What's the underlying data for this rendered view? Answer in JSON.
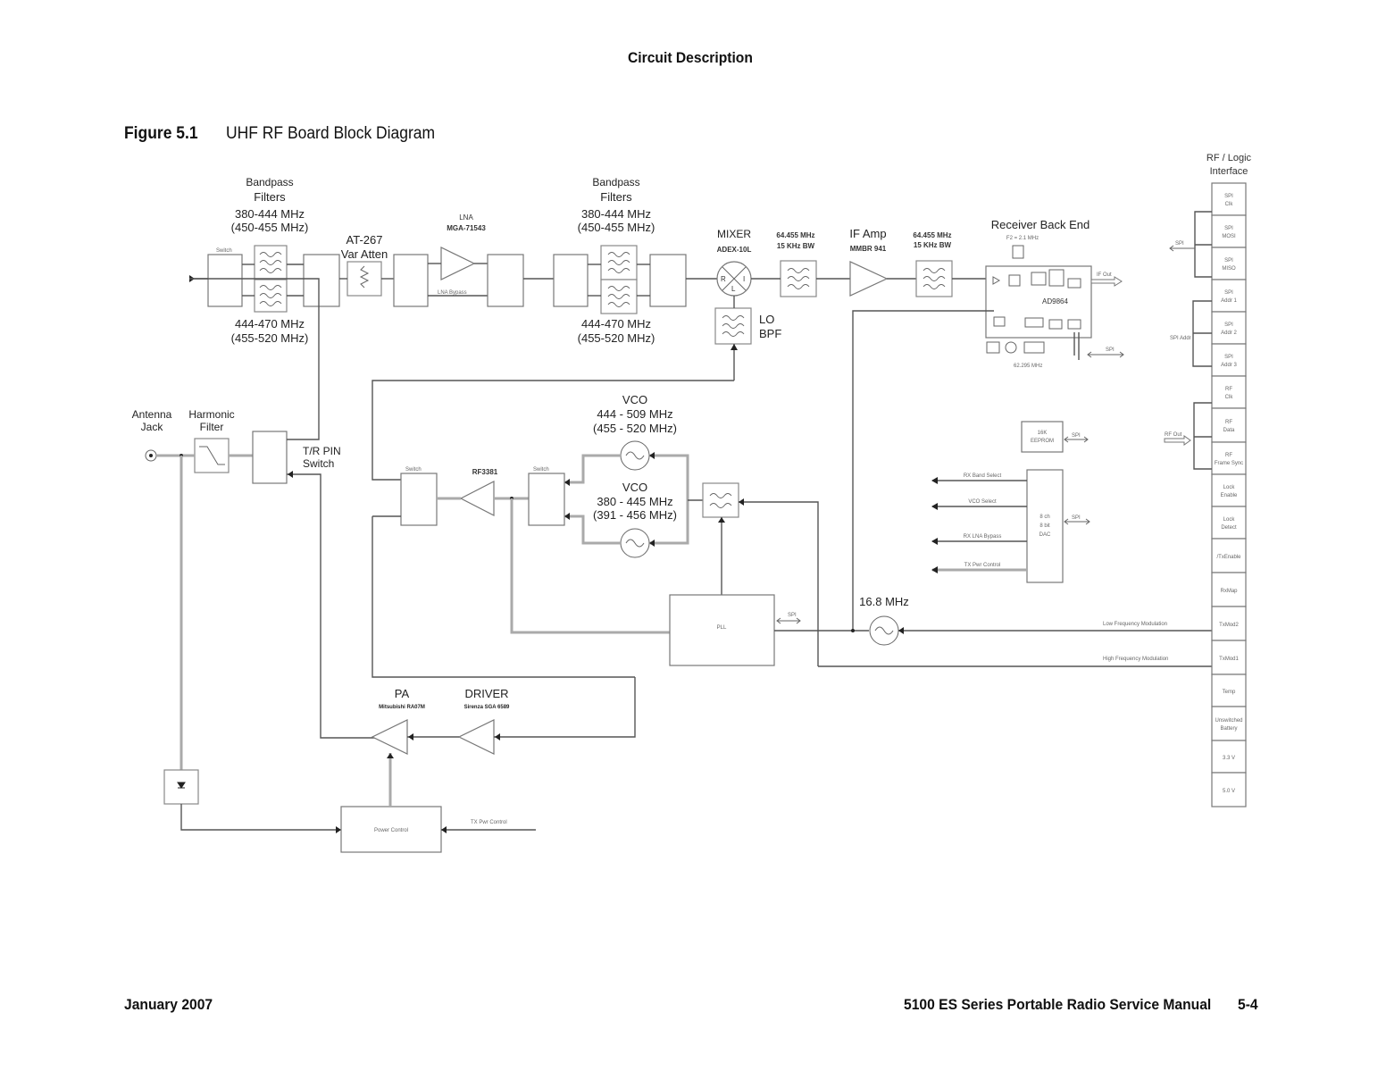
{
  "page": {
    "header": "Circuit Description",
    "figure_number": "Figure 5.1",
    "figure_title": "UHF RF Board Block Diagram",
    "footer_left": "January 2007",
    "footer_right": "5100 ES Series Portable Radio Service Manual",
    "footer_page": "5-4"
  },
  "rx_chain": {
    "bpf1": {
      "title1": "Bandpass",
      "title2": "Filters",
      "upper1": "380-444 MHz",
      "upper2": "(450-455 MHz)",
      "lower1": "444-470 MHz",
      "lower2": "(455-520 MHz)"
    },
    "switch_label": "Switch",
    "attenuator": {
      "line1": "AT-267",
      "line2": "Var Atten"
    },
    "lna": {
      "line1": "LNA",
      "line2": "MGA-71543"
    },
    "lna_bypass": "LNA Bypass",
    "bpf2": {
      "title1": "Bandpass",
      "title2": "Filters",
      "upper1": "380-444 MHz",
      "upper2": "(450-455 MHz)",
      "lower1": "444-470 MHz",
      "lower2": "(455-520 MHz)"
    },
    "mixer": {
      "line1": "MIXER",
      "line2": "ADEX-10L",
      "port_r": "R",
      "port_i": "I",
      "port_l": "L"
    },
    "lo_bpf": {
      "line1": "LO",
      "line2": "BPF"
    },
    "if_filter1": {
      "line1": "64.455 MHz",
      "line2": "15 KHz BW"
    },
    "if_amp": {
      "line1": "IF Amp",
      "line2": "MMBR 941"
    },
    "if_filter2": {
      "line1": "64.455 MHz",
      "line2": "15 KHz BW"
    },
    "receiver_back_end": {
      "title": "Receiver Back End",
      "sub": "F2 = 2.1 MHz",
      "chip": "AD9864",
      "osc": "62.295 MHz",
      "if_out": "IF Out",
      "spi": "SPI"
    }
  },
  "tx_chain": {
    "antenna": {
      "line1": "Antenna",
      "line2": "Jack"
    },
    "harmonic_filter": {
      "line1": "Harmonic",
      "line2": "Filter"
    },
    "tr_switch": {
      "line1": "T/R PIN",
      "line2": "Switch"
    },
    "pa": {
      "line1": "PA",
      "line2": "Mitsubishi RA07M"
    },
    "driver": {
      "line1": "DRIVER",
      "line2": "Sirenza SGA 6589"
    },
    "power_control": "Power Control",
    "tx_pwr_control": "TX Pwr Control"
  },
  "synth": {
    "vco1": {
      "line1": "VCO",
      "line2": "444 - 509 MHz",
      "line3": "(455 - 520 MHz)"
    },
    "vco2": {
      "line1": "VCO",
      "line2": "380 - 445 MHz",
      "line3": "(391 - 456 MHz)"
    },
    "buffer": "RF3381",
    "pll": "PLL",
    "ref_osc": "16.8 MHz",
    "spi": "SPI"
  },
  "control": {
    "eeprom": {
      "line1": "16K",
      "line2": "EEPROM"
    },
    "dac": {
      "line1": "8 ch",
      "line2": "8 bit",
      "line3": "DAC"
    },
    "outputs": [
      "RX Band Select",
      "VCO Select",
      "RX LNA Bypass",
      "TX Pwr Control"
    ],
    "spi": "SPI",
    "low_mod": "Low Frequency Modulation",
    "high_mod": "High Frequency Modulation",
    "rf_out": "RF Out",
    "spi_addr": "SPI Addr"
  },
  "interface": {
    "title1": "RF / Logic",
    "title2": "Interface",
    "pins": [
      {
        "l1": "SPI",
        "l2": "Clk"
      },
      {
        "l1": "SPI",
        "l2": "MOSI"
      },
      {
        "l1": "SPI",
        "l2": "MISO"
      },
      {
        "l1": "SPI",
        "l2": "Addr 1"
      },
      {
        "l1": "SPI",
        "l2": "Addr 2"
      },
      {
        "l1": "SPI",
        "l2": "Addr 3"
      },
      {
        "l1": "RF",
        "l2": "Clk"
      },
      {
        "l1": "RF",
        "l2": "Data"
      },
      {
        "l1": "RF",
        "l2": "Frame Sync"
      },
      {
        "l1": "Lock",
        "l2": "Enable"
      },
      {
        "l1": "Lock",
        "l2": "Detect"
      },
      {
        "l1": "/TxEnable",
        "l2": ""
      },
      {
        "l1": "RxMap",
        "l2": ""
      },
      {
        "l1": "TxMod2",
        "l2": ""
      },
      {
        "l1": "TxMod1",
        "l2": ""
      },
      {
        "l1": "Temp",
        "l2": ""
      },
      {
        "l1": "Unswitched",
        "l2": "Battery"
      },
      {
        "l1": "3.3 V",
        "l2": ""
      },
      {
        "l1": "5.0 V",
        "l2": ""
      }
    ]
  }
}
